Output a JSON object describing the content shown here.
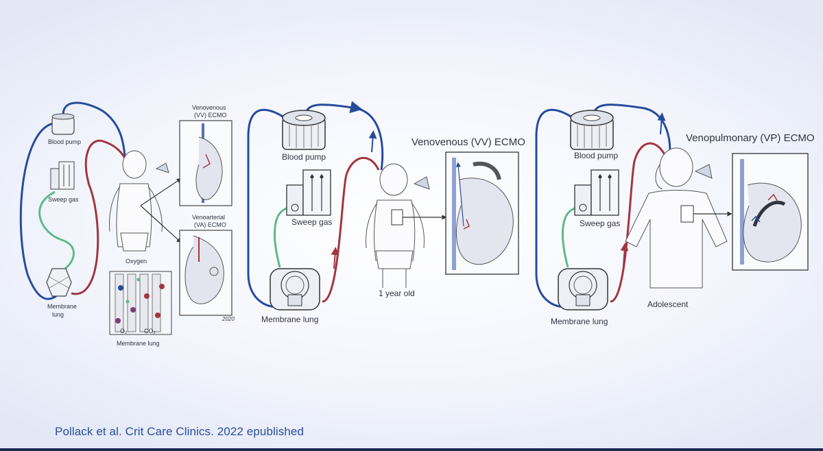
{
  "panel1": {
    "blood_pump": "Blood pump",
    "sweep_gas": "Sweep gas",
    "membrane_lung_line1": "Membrane",
    "membrane_lung_line2": "lung",
    "vv_line1": "Venovenous",
    "vv_line2": "(VV) ECMO",
    "va_line1": "Venoarterial",
    "va_line2": "(VA) ECMO",
    "oxygen": "Oxygen",
    "o2": "O₂",
    "co2": "CO₂",
    "membrane_lung_inset": "Membrane lung",
    "signature_year": "2020"
  },
  "panel2": {
    "blood_pump": "Blood pump",
    "sweep_gas": "Sweep gas",
    "membrane_lung": "Membrane lung",
    "patient": "1 year old",
    "title": "Venovenous (VV) ECMO"
  },
  "panel3": {
    "blood_pump": "Blood pump",
    "sweep_gas": "Sweep gas",
    "membrane_lung": "Membrane lung",
    "patient": "Adolescent",
    "title": "Venopulmonary (VP) ECMO"
  },
  "citation": "Pollack et al. Crit Care Clinics. 2022 epublished",
  "colors": {
    "venous_blue": "#274b9c",
    "arterial_red": "#a3353d",
    "sweep_green": "#5dbb86",
    "citation_blue": "#2a4d9c"
  }
}
